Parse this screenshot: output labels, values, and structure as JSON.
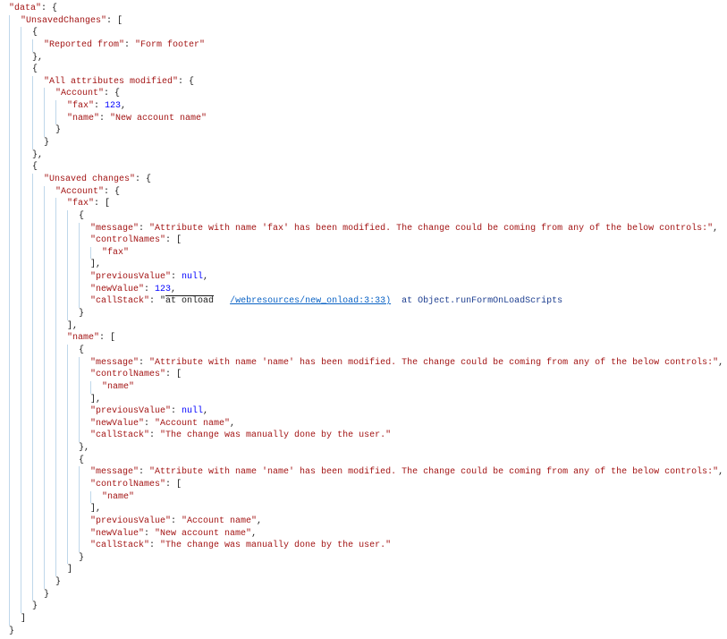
{
  "colors": {
    "background": "#ffffff",
    "guide": "#bfd7ea",
    "key": "#a31515",
    "str": "#a31515",
    "num": "#0000ff",
    "punct": "#1b1b1b",
    "link": "#0b63c5",
    "stack": "#1d3e90"
  },
  "code": {
    "lines": [
      {
        "i": 0,
        "t": [
          [
            "k",
            "\"data\""
          ],
          [
            "p",
            ": {"
          ]
        ]
      },
      {
        "i": 1,
        "t": [
          [
            "k",
            "\"UnsavedChanges\""
          ],
          [
            "p",
            ": ["
          ]
        ]
      },
      {
        "i": 2,
        "t": [
          [
            "p",
            "{"
          ]
        ]
      },
      {
        "i": 3,
        "t": [
          [
            "k",
            "\"Reported from\""
          ],
          [
            "p",
            ": "
          ],
          [
            "s",
            "\"Form footer\""
          ]
        ]
      },
      {
        "i": 2,
        "t": [
          [
            "p",
            "},"
          ]
        ]
      },
      {
        "i": 2,
        "t": [
          [
            "p",
            "{"
          ]
        ]
      },
      {
        "i": 3,
        "t": [
          [
            "k",
            "\"All attributes modified\""
          ],
          [
            "p",
            ": {"
          ]
        ]
      },
      {
        "i": 4,
        "t": [
          [
            "k",
            "\"Account\""
          ],
          [
            "p",
            ": {"
          ]
        ]
      },
      {
        "i": 5,
        "t": [
          [
            "k",
            "\"fax\""
          ],
          [
            "p",
            ": "
          ],
          [
            "n",
            "123"
          ],
          [
            "p",
            ","
          ]
        ]
      },
      {
        "i": 5,
        "t": [
          [
            "k",
            "\"name\""
          ],
          [
            "p",
            ": "
          ],
          [
            "s",
            "\"New account name\""
          ]
        ]
      },
      {
        "i": 4,
        "t": [
          [
            "p",
            "}"
          ]
        ]
      },
      {
        "i": 3,
        "t": [
          [
            "p",
            "}"
          ]
        ]
      },
      {
        "i": 2,
        "t": [
          [
            "p",
            "},"
          ]
        ]
      },
      {
        "i": 2,
        "t": [
          [
            "p",
            "{"
          ]
        ]
      },
      {
        "i": 3,
        "t": [
          [
            "k",
            "\"Unsaved changes\""
          ],
          [
            "p",
            ": {"
          ]
        ]
      },
      {
        "i": 4,
        "t": [
          [
            "k",
            "\"Account\""
          ],
          [
            "p",
            ": {"
          ]
        ]
      },
      {
        "i": 5,
        "t": [
          [
            "k",
            "\"fax\""
          ],
          [
            "p",
            ": ["
          ]
        ]
      },
      {
        "i": 6,
        "t": [
          [
            "p",
            "{"
          ]
        ]
      },
      {
        "i": 7,
        "t": [
          [
            "k",
            "\"message\""
          ],
          [
            "p",
            ": "
          ],
          [
            "s",
            "\"Attribute with name 'fax' has been modified. The change could be coming from any of the below controls:\""
          ],
          [
            "p",
            ","
          ]
        ]
      },
      {
        "i": 7,
        "t": [
          [
            "k",
            "\"controlNames\""
          ],
          [
            "p",
            ": ["
          ]
        ]
      },
      {
        "i": 8,
        "t": [
          [
            "s",
            "\"fax\""
          ]
        ]
      },
      {
        "i": 7,
        "t": [
          [
            "p",
            "],"
          ]
        ]
      },
      {
        "i": 7,
        "t": [
          [
            "k",
            "\"previousValue\""
          ],
          [
            "p",
            ": "
          ],
          [
            "n",
            "null"
          ],
          [
            "p",
            ","
          ]
        ]
      },
      {
        "i": 7,
        "t": [
          [
            "k",
            "\"newValue\""
          ],
          [
            "p",
            ": "
          ],
          [
            "n",
            "123"
          ],
          [
            "p",
            ","
          ]
        ]
      },
      {
        "i": 7,
        "t": [
          [
            "k",
            "\"callStack\""
          ],
          [
            "p",
            ": "
          ],
          [
            "p",
            "\""
          ],
          [
            "ov",
            "at onload"
          ],
          [
            "p",
            "   "
          ],
          [
            "ln",
            "/webresources/new_onload:3:33)"
          ],
          [
            "p",
            "  "
          ],
          [
            "nv",
            "at Object.runFormOnLoadScripts"
          ]
        ]
      },
      {
        "i": 6,
        "t": [
          [
            "p",
            "}"
          ]
        ]
      },
      {
        "i": 5,
        "t": [
          [
            "p",
            "],"
          ]
        ]
      },
      {
        "i": 5,
        "t": [
          [
            "k",
            "\"name\""
          ],
          [
            "p",
            ": ["
          ]
        ]
      },
      {
        "i": 6,
        "t": [
          [
            "p",
            "{"
          ]
        ]
      },
      {
        "i": 7,
        "t": [
          [
            "k",
            "\"message\""
          ],
          [
            "p",
            ": "
          ],
          [
            "s",
            "\"Attribute with name 'name' has been modified. The change could be coming from any of the below controls:\""
          ],
          [
            "p",
            ","
          ]
        ]
      },
      {
        "i": 7,
        "t": [
          [
            "k",
            "\"controlNames\""
          ],
          [
            "p",
            ": ["
          ]
        ]
      },
      {
        "i": 8,
        "t": [
          [
            "s",
            "\"name\""
          ]
        ]
      },
      {
        "i": 7,
        "t": [
          [
            "p",
            "],"
          ]
        ]
      },
      {
        "i": 7,
        "t": [
          [
            "k",
            "\"previousValue\""
          ],
          [
            "p",
            ": "
          ],
          [
            "n",
            "null"
          ],
          [
            "p",
            ","
          ]
        ]
      },
      {
        "i": 7,
        "t": [
          [
            "k",
            "\"newValue\""
          ],
          [
            "p",
            ": "
          ],
          [
            "s",
            "\"Account name\""
          ],
          [
            "p",
            ","
          ]
        ]
      },
      {
        "i": 7,
        "t": [
          [
            "k",
            "\"callStack\""
          ],
          [
            "p",
            ": "
          ],
          [
            "s",
            "\"The change was manually done by the user.\""
          ]
        ]
      },
      {
        "i": 6,
        "t": [
          [
            "p",
            "},"
          ]
        ]
      },
      {
        "i": 6,
        "t": [
          [
            "p",
            "{"
          ]
        ]
      },
      {
        "i": 7,
        "t": [
          [
            "k",
            "\"message\""
          ],
          [
            "p",
            ": "
          ],
          [
            "s",
            "\"Attribute with name 'name' has been modified. The change could be coming from any of the below controls:\""
          ],
          [
            "p",
            ","
          ]
        ]
      },
      {
        "i": 7,
        "t": [
          [
            "k",
            "\"controlNames\""
          ],
          [
            "p",
            ": ["
          ]
        ]
      },
      {
        "i": 8,
        "t": [
          [
            "s",
            "\"name\""
          ]
        ]
      },
      {
        "i": 7,
        "t": [
          [
            "p",
            "],"
          ]
        ]
      },
      {
        "i": 7,
        "t": [
          [
            "k",
            "\"previousValue\""
          ],
          [
            "p",
            ": "
          ],
          [
            "s",
            "\"Account name\""
          ],
          [
            "p",
            ","
          ]
        ]
      },
      {
        "i": 7,
        "t": [
          [
            "k",
            "\"newValue\""
          ],
          [
            "p",
            ": "
          ],
          [
            "s",
            "\"New account name\""
          ],
          [
            "p",
            ","
          ]
        ]
      },
      {
        "i": 7,
        "t": [
          [
            "k",
            "\"callStack\""
          ],
          [
            "p",
            ": "
          ],
          [
            "s",
            "\"The change was manually done by the user.\""
          ]
        ]
      },
      {
        "i": 6,
        "t": [
          [
            "p",
            "}"
          ]
        ]
      },
      {
        "i": 5,
        "t": [
          [
            "p",
            "]"
          ]
        ]
      },
      {
        "i": 4,
        "t": [
          [
            "p",
            "}"
          ]
        ]
      },
      {
        "i": 3,
        "t": [
          [
            "p",
            "}"
          ]
        ]
      },
      {
        "i": 2,
        "t": [
          [
            "p",
            "}"
          ]
        ]
      },
      {
        "i": 1,
        "t": [
          [
            "p",
            "]"
          ]
        ]
      },
      {
        "i": 0,
        "t": [
          [
            "p",
            "}"
          ]
        ]
      }
    ]
  }
}
